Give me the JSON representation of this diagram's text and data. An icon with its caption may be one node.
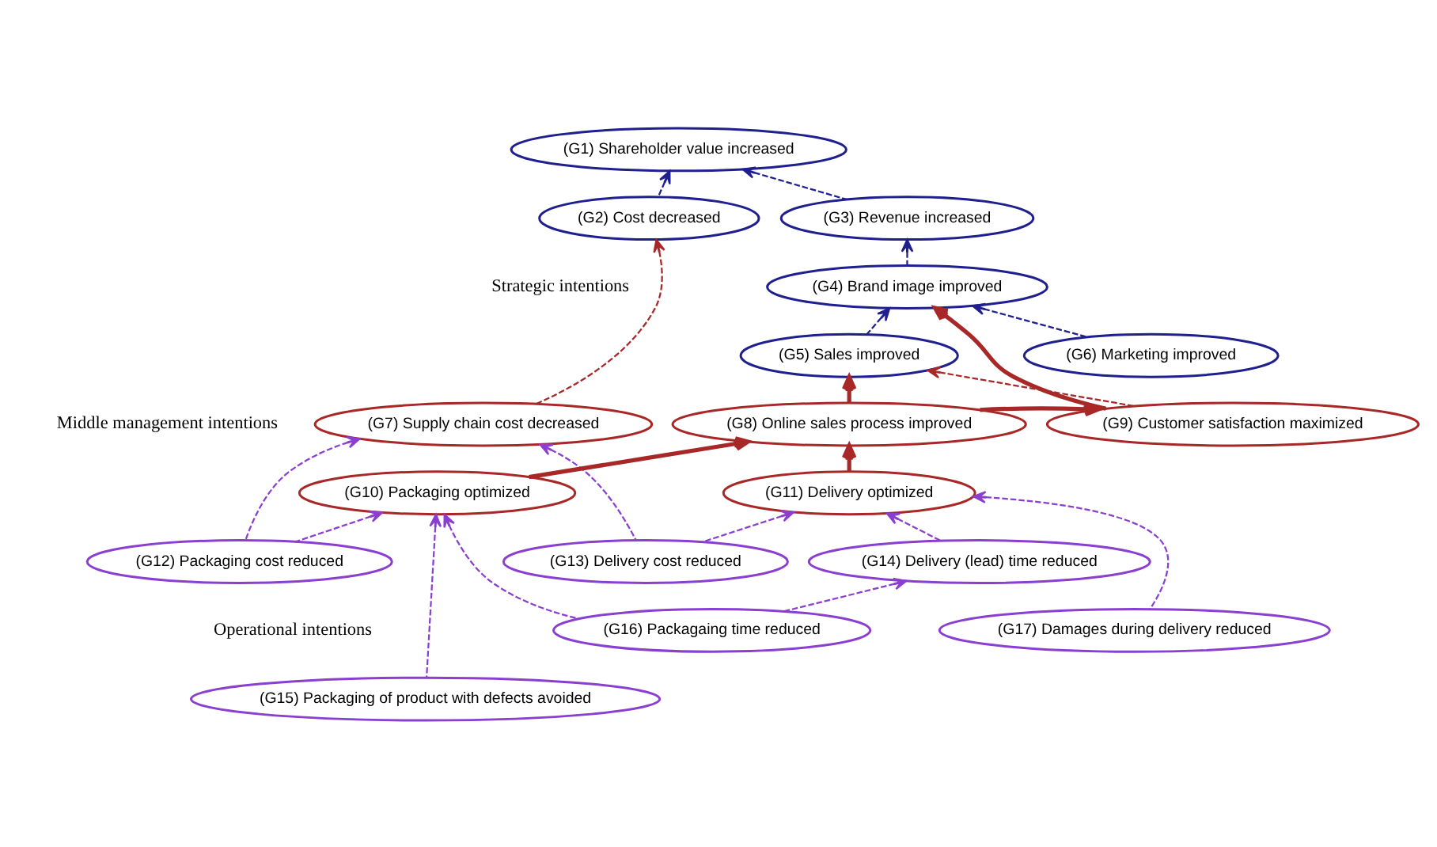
{
  "diagram": {
    "nodes": [
      {
        "text": [
          "(G1) Shareholder value increased"
        ]
      },
      {
        "text": [
          "(G2) Cost decreased"
        ]
      },
      {
        "text": [
          "(G3) Revenue increased"
        ]
      },
      {
        "text": [
          "(G4) Brand image improved"
        ]
      },
      {
        "text": [
          "(G5) Sales improved"
        ]
      },
      {
        "text": [
          "(G6) Marketing improved"
        ]
      },
      {
        "text": [
          "(G7) Supply chain cost decreased"
        ]
      },
      {
        "text": [
          "(G8) Online sales process improved"
        ]
      },
      {
        "text": [
          "(G9) Customer satisfaction maximized"
        ]
      },
      {
        "text": [
          "(G10) Packaging optimized"
        ]
      },
      {
        "text": [
          "(G11) Delivery optimized"
        ]
      },
      {
        "text": [
          "(G12) Packaging cost reduced"
        ]
      },
      {
        "text": [
          "(G13) Delivery cost reduced"
        ]
      },
      {
        "text": [
          "(G14) Delivery (lead) time reduced"
        ]
      },
      {
        "text": [
          "(G16) Packagaing time reduced"
        ]
      },
      {
        "text": [
          "(G17) Damages during delivery reduced"
        ]
      },
      {
        "text": [
          "(G15) Packaging of product with defects avoided"
        ]
      }
    ],
    "edges": [
      {
        "from": 1,
        "to": 0,
        "arrow": "to",
        "style": "dashed",
        "color": "#1f1f8f"
      },
      {
        "from": 2,
        "to": 0,
        "arrow": "to",
        "style": "dashed",
        "color": "#1f1f8f"
      },
      {
        "from": 3,
        "to": 2,
        "arrow": "to",
        "style": "dashed",
        "color": "#1f1f8f"
      },
      {
        "from": 4,
        "to": 3,
        "arrow": "to",
        "style": "dashed",
        "color": "#1f1f8f"
      },
      {
        "from": 5,
        "to": 3,
        "arrow": "to",
        "style": "dashed",
        "color": "#1f1f8f"
      },
      {
        "from": 6,
        "to": 1,
        "arrow": "to",
        "style": "dashed",
        "color": "#a82828"
      },
      {
        "from": 8,
        "to": 4,
        "arrow": "to",
        "style": "dashed",
        "color": "#a82828"
      },
      {
        "from": 7,
        "to": 4,
        "arrow": "to",
        "style": "thick",
        "color": "#a82828"
      },
      {
        "from": 8,
        "to": 3,
        "arrow": "to",
        "style": "thick",
        "color": "#a82828"
      },
      {
        "from": 7,
        "to": 8,
        "arrow": "to",
        "style": "thick",
        "color": "#a82828"
      },
      {
        "from": 9,
        "to": 7,
        "arrow": "to",
        "style": "thick",
        "color": "#a82828"
      },
      {
        "from": 10,
        "to": 7,
        "arrow": "to",
        "style": "thick",
        "color": "#a82828"
      },
      {
        "from": 11,
        "to": 6,
        "arrow": "to",
        "style": "dashed"
      },
      {
        "from": 11,
        "to": 9,
        "arrow": "to",
        "style": "dashed"
      },
      {
        "from": 12,
        "to": 6,
        "arrow": "to",
        "style": "dashed"
      },
      {
        "from": 12,
        "to": 10,
        "arrow": "to",
        "style": "dashed"
      },
      {
        "from": 14,
        "to": 9,
        "arrow": "to",
        "style": "dashed"
      },
      {
        "from": 16,
        "to": 9,
        "arrow": "to",
        "style": "dashed"
      },
      {
        "from": 13,
        "to": 10,
        "arrow": "to",
        "style": "dashed"
      },
      {
        "from": 14,
        "to": 13,
        "arrow": "to",
        "style": "dashed"
      },
      {
        "from": 15,
        "to": 10,
        "arrow": "to",
        "style": "dashed"
      }
    ],
    "labels": [
      "Strategic intentions",
      "Middle management intentions",
      "Operational intentions"
    ]
  }
}
